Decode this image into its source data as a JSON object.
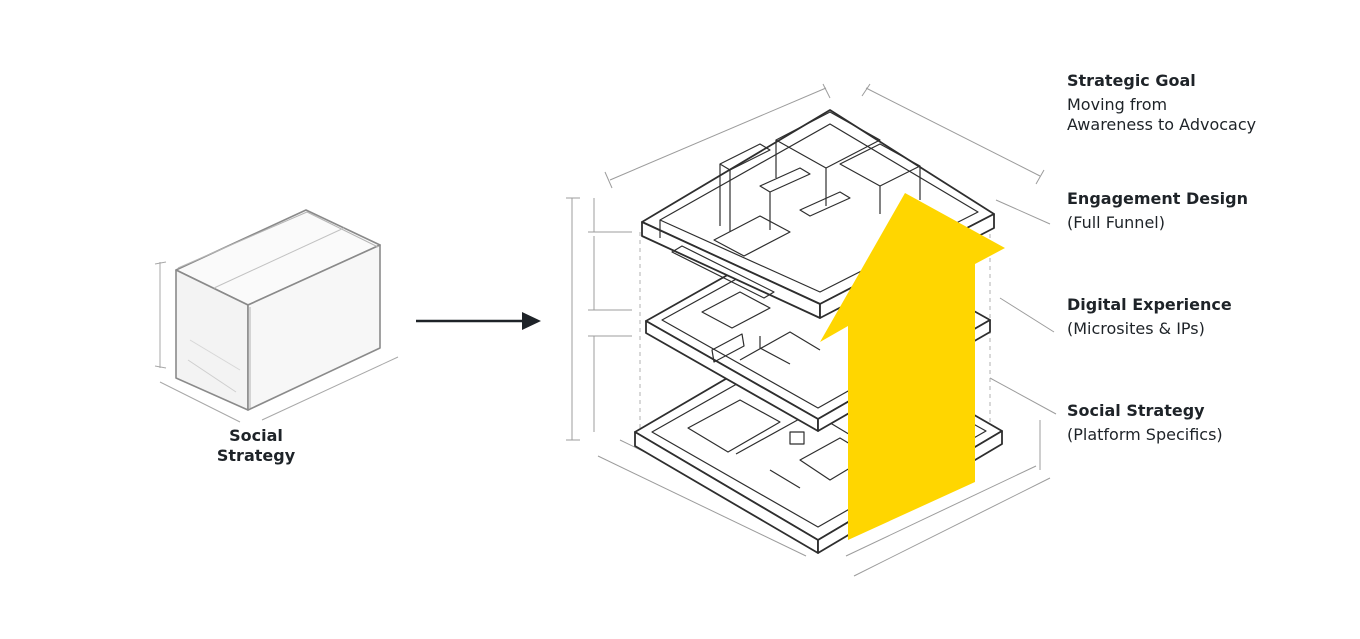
{
  "left": {
    "caption_line1": "Social",
    "caption_line2": "Strategy"
  },
  "layers": [
    {
      "title": "Strategic Goal",
      "line1": "Moving from",
      "line2": "Awareness to Advocacy"
    },
    {
      "title": "Engagement Design",
      "line1": "(Full Funnel)"
    },
    {
      "title": "Digital Experience",
      "line1": "(Microsites & IPs)"
    },
    {
      "title": "Social Strategy",
      "line1": "(Platform Specifics)"
    }
  ],
  "colors": {
    "arrow_accent": "#FFD600",
    "sketch_line": "#3a3a3a",
    "light_line": "#9a9a9a",
    "text": "#1e2328"
  },
  "icons": {
    "transition": "arrow-right-icon",
    "growth": "arrow-up-icon"
  }
}
